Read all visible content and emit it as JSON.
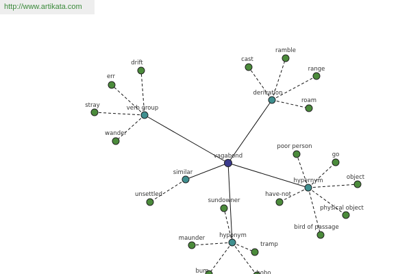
{
  "banner": {
    "url": "http://www.artikata.com"
  },
  "colors": {
    "root": "#3a3a8c",
    "relation": "#3f8f8f",
    "word": "#4b8b3b"
  },
  "graph": {
    "root": {
      "id": "vagabond",
      "label": "vagabond",
      "type": "root"
    },
    "relations": [
      {
        "id": "verb-group",
        "label": "verb group"
      },
      {
        "id": "derivation",
        "label": "derivation"
      },
      {
        "id": "similar",
        "label": "similar"
      },
      {
        "id": "hypernym",
        "label": "hypernym"
      },
      {
        "id": "hyponym",
        "label": "hyponym"
      }
    ],
    "words": [
      {
        "id": "drift",
        "label": "drift",
        "parent": "verb-group"
      },
      {
        "id": "err",
        "label": "err",
        "parent": "verb-group"
      },
      {
        "id": "stray",
        "label": "stray",
        "parent": "verb-group"
      },
      {
        "id": "wander",
        "label": "wander",
        "parent": "verb-group"
      },
      {
        "id": "cast",
        "label": "cast",
        "parent": "derivation"
      },
      {
        "id": "ramble",
        "label": "ramble",
        "parent": "derivation"
      },
      {
        "id": "range",
        "label": "range",
        "parent": "derivation"
      },
      {
        "id": "roam",
        "label": "roam",
        "parent": "derivation"
      },
      {
        "id": "unsettled",
        "label": "unsettled",
        "parent": "similar"
      },
      {
        "id": "poor-person",
        "label": "poor person",
        "parent": "hypernym"
      },
      {
        "id": "go",
        "label": "go",
        "parent": "hypernym"
      },
      {
        "id": "object",
        "label": "object",
        "parent": "hypernym"
      },
      {
        "id": "physical-object",
        "label": "physical object",
        "parent": "hypernym"
      },
      {
        "id": "bird-of-passage",
        "label": "bird of passage",
        "parent": "hypernym"
      },
      {
        "id": "have-not",
        "label": "have-not",
        "parent": "hypernym"
      },
      {
        "id": "sundowner",
        "label": "sundowner",
        "parent": "hyponym"
      },
      {
        "id": "maunder",
        "label": "maunder",
        "parent": "hyponym"
      },
      {
        "id": "tramp",
        "label": "tramp",
        "parent": "hyponym"
      },
      {
        "id": "bum",
        "label": "bum",
        "parent": "hyponym"
      },
      {
        "id": "hobo",
        "label": "hobo",
        "parent": "hyponym"
      }
    ]
  }
}
